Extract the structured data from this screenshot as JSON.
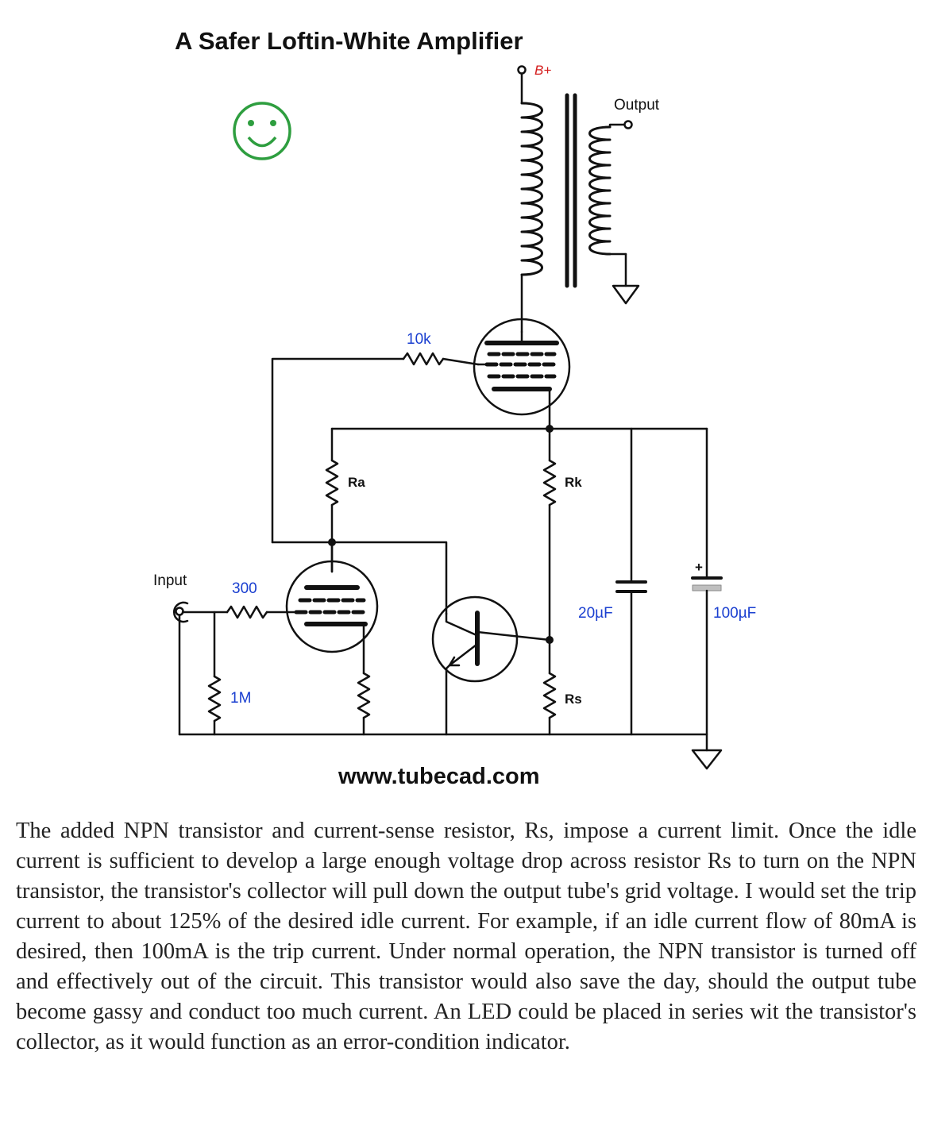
{
  "diagram": {
    "title": "A Safer Loftin-White Amplifier",
    "supply_label": "B+",
    "output_label": "Output",
    "input_label": "Input",
    "resistors": {
      "grid_stopper_out": "10k",
      "grid_stopper_in": "300",
      "grid_leak": "1M",
      "anode_load": "Ra",
      "cathode": "Rk",
      "sense": "Rs"
    },
    "capacitors": {
      "film": "20µF",
      "electrolytic": "100µF",
      "polarity": "+"
    },
    "website": "www.tubecad.com",
    "colors": {
      "smiley": "#2e9e3f",
      "supply": "#d41c1c",
      "values": "#1a3fd0",
      "wire": "#111111"
    }
  },
  "caption": "The added NPN transistor and current-sense resistor, Rs, impose a current limit. Once the idle current is sufficient to develop a large enough voltage drop across resistor Rs to turn on the NPN transistor, the transistor's collector will pull down the output tube's grid voltage. I would set the trip current to about 125% of the desired idle current. For example, if an idle current flow of 80mA is desired, then 100mA is the trip current. Under normal operation, the NPN transistor is turned off and effectively out of the circuit. This transistor would also save the day, should the output tube become gassy and conduct too much current. An LED could be placed in series wit the transistor's collector, as it would function as an error-condition indicator."
}
